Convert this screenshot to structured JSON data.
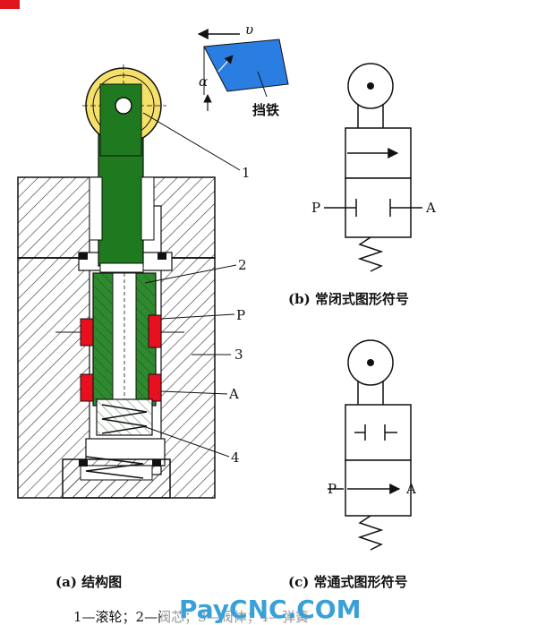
{
  "labels": {
    "velocity": "υ",
    "alpha": "α",
    "stop_block": "挡铁",
    "callout_1": "1",
    "callout_2": "2",
    "callout_3": "3",
    "callout_4": "4",
    "port_p": "P",
    "port_a": "A"
  },
  "symbols": {
    "closed": {
      "port_p": "P",
      "port_a": "A"
    },
    "open": {
      "port_p": "P",
      "port_a": "A"
    }
  },
  "captions": {
    "a": "(a) 结构图",
    "b": "(b) 常闭式图形符号",
    "c": "(c) 常通式图形符号"
  },
  "footer": "1—滚轮；2—阀芯；3—阀体；4—弹簧",
  "watermark": "PayCNC.COM",
  "colors": {
    "stem": "#1f7a1f",
    "roller": "#f5e06a",
    "spool": "#2f8a2f",
    "seal": "#e8101e",
    "stop_block": "#2a7de1",
    "corner_mark": "#e0161e",
    "watermark": "#3aa0d8"
  }
}
